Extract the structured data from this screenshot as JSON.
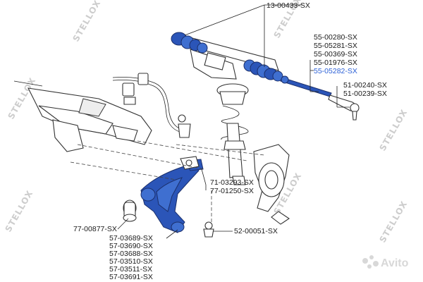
{
  "watermarks": {
    "brand": "STELLOX",
    "marketplace": "Avito"
  },
  "labels": {
    "rack_boots": "13-00433-SX",
    "tie_rod_group": [
      "55-00280-SX",
      "55-05281-SX",
      "55-00369-SX",
      "55-01976-SX",
      "55-05282-SX"
    ],
    "tie_rod_end_group": [
      "51-00240-SX",
      "51-00239-SX"
    ],
    "stab_link_group": [
      "71-03293-SX",
      "77-01250-SX"
    ],
    "bushing": "77-00877-SX",
    "ball_joint": "52-00051-SX",
    "control_arm_group": [
      "57-03689-SX",
      "57-03690-SX",
      "57-03688-SX",
      "57-03510-SX",
      "57-03511-SX",
      "57-03691-SX"
    ]
  },
  "colors": {
    "highlighted_parts": "#2b55b8",
    "highlighted_label": "#2a5fd6",
    "line_art": "#333333",
    "watermark": "#c8c8c8"
  }
}
